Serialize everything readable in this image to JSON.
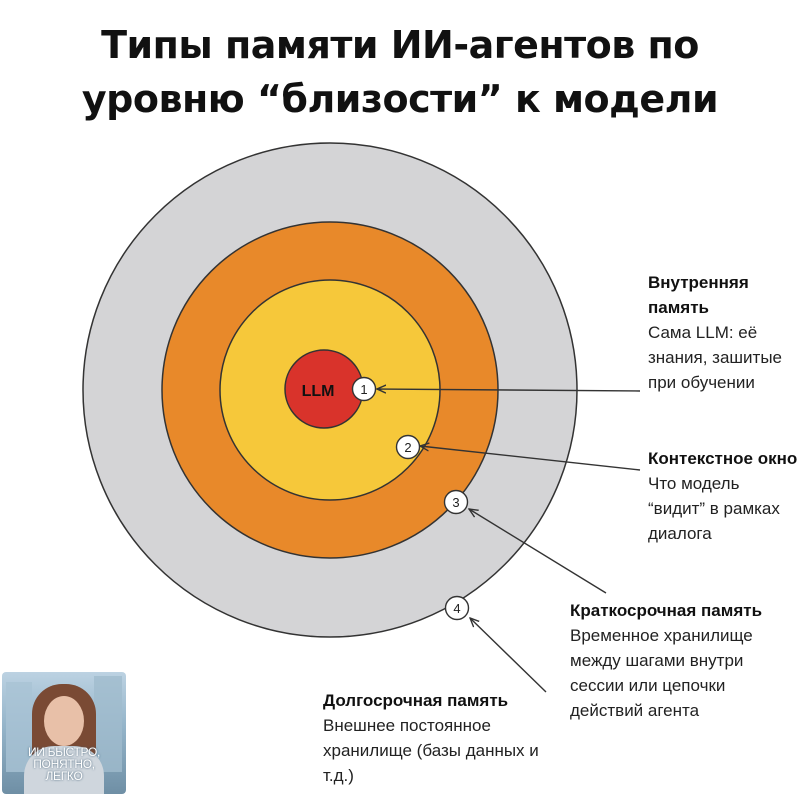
{
  "title": {
    "line1": "Типы памяти ИИ-агентов по",
    "line2": "уровню “близости” к модели"
  },
  "center_label": "LLM",
  "markers": [
    "1",
    "2",
    "3",
    "4"
  ],
  "labels": [
    {
      "heading": "Внутренняя память",
      "description": "Сама LLM: её знания, зашитые при обучении"
    },
    {
      "heading": "Контекстное окно",
      "description": "Что модель “видит” в рамках диалога"
    },
    {
      "heading": "Краткосрочная память",
      "description": "Временное хранилище между шагами внутри сессии или цепочки действий агента"
    },
    {
      "heading": "Долгосрочная память",
      "description": "Внешнее постоянное хранилище (базы данных и т.д.)"
    }
  ],
  "colors": {
    "ring_outer": "#d4d4d6",
    "ring_orange": "#e8892a",
    "ring_yellow": "#f6c83a",
    "core_red": "#d9332b",
    "stroke": "#333333"
  },
  "badge": {
    "lines": [
      "ИИ БЫСТРО,",
      "ПОНЯТНО,",
      "ЛЕГКО"
    ]
  }
}
